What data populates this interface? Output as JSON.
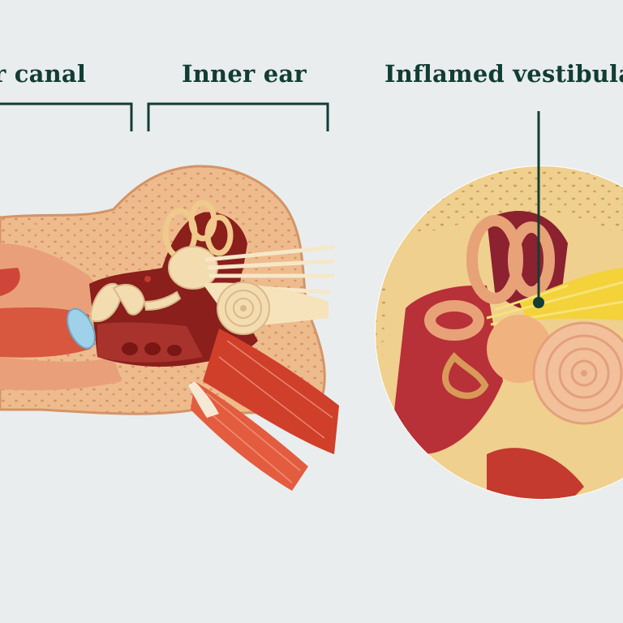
{
  "labels": {
    "ear_canal": "r canal",
    "inner_ear": "Inner ear",
    "inflamed_vestibular": "Inflamed vestibular"
  },
  "colors": {
    "background": "#e9edee",
    "label_text": "#123d33",
    "bracket_line": "#123d33",
    "bone": "#eec08f",
    "flesh": "#e9a07a",
    "cavity": "#8a1f1c",
    "muscle": "#cf3f2a",
    "cochlea": "#f3ddb0",
    "eardrum": "#9fd1ea",
    "inflamed_nerve": "#f3d23a"
  }
}
